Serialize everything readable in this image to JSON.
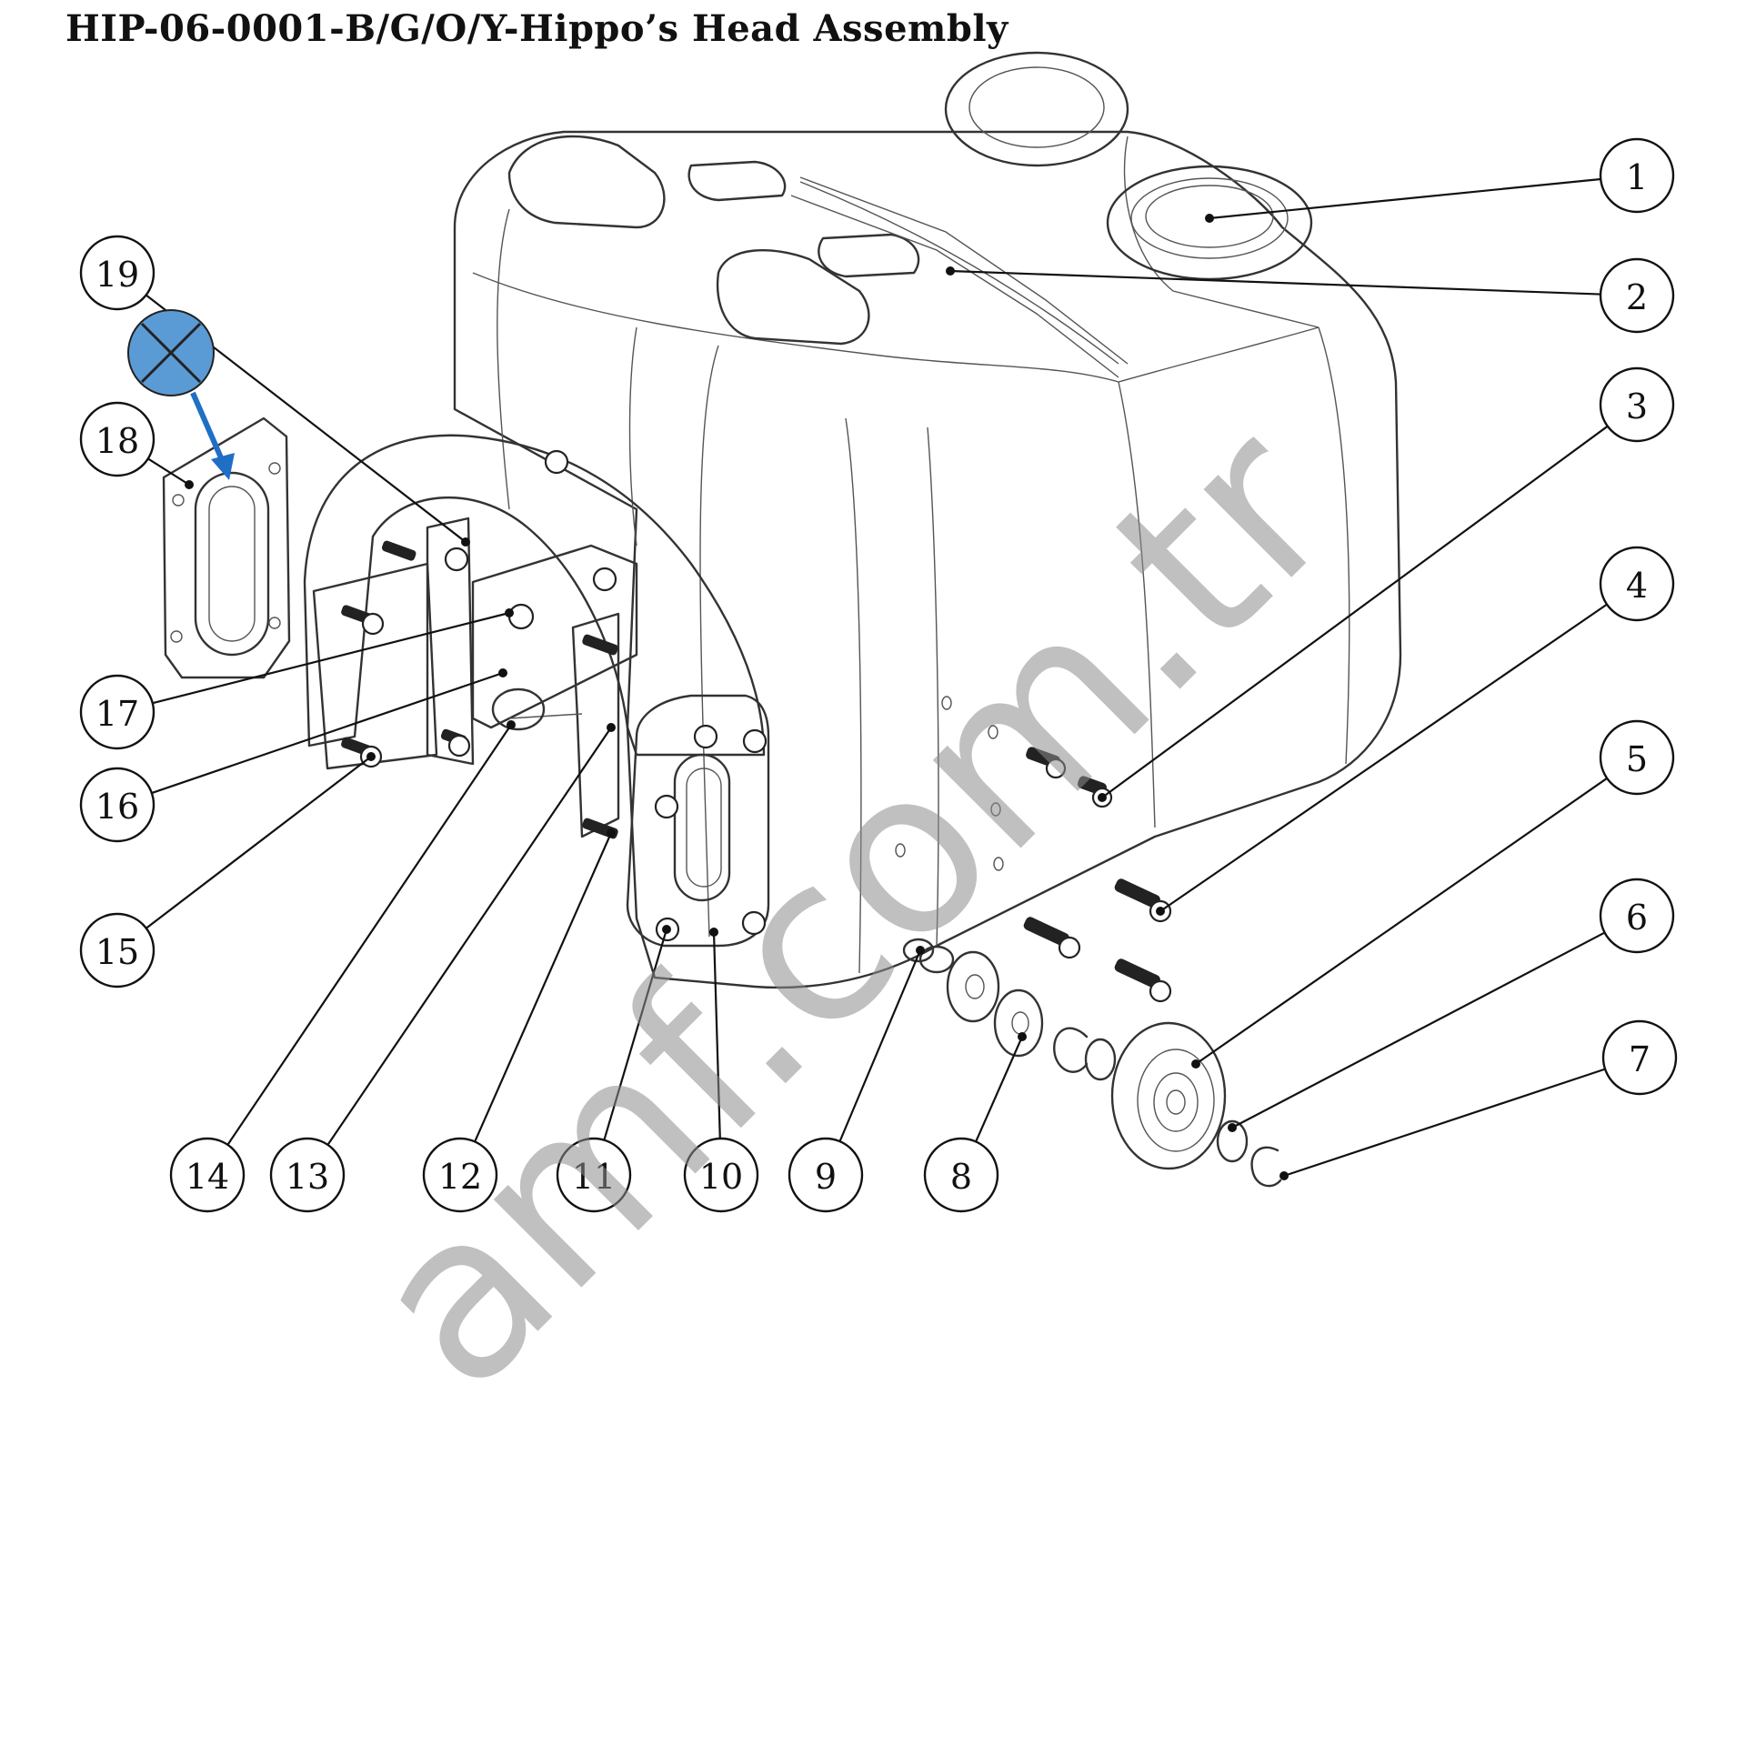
{
  "title": "HIP-06-0001-B/G/O/Y-Hippo’s Head Assembly",
  "watermark": "amf.com.tr",
  "colors": {
    "marker_fill": "#5b9bd5",
    "marker_arrow": "#1f6fc5",
    "line": "#333333"
  },
  "removed_marker_icon": "circle-x-icon",
  "callouts": [
    {
      "label": "1"
    },
    {
      "label": "2"
    },
    {
      "label": "3"
    },
    {
      "label": "4"
    },
    {
      "label": "5"
    },
    {
      "label": "6"
    },
    {
      "label": "7"
    },
    {
      "label": "8"
    },
    {
      "label": "9"
    },
    {
      "label": "10"
    },
    {
      "label": "11"
    },
    {
      "label": "12"
    },
    {
      "label": "13"
    },
    {
      "label": "14"
    },
    {
      "label": "15"
    },
    {
      "label": "16"
    },
    {
      "label": "17"
    },
    {
      "label": "18"
    },
    {
      "label": "19"
    }
  ]
}
